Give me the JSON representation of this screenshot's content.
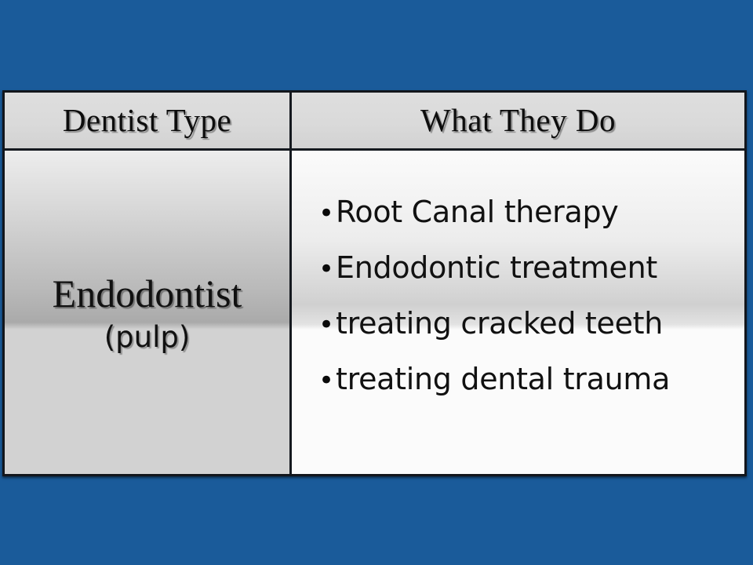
{
  "slide": {
    "background_color": "#1a5b9a"
  },
  "table": {
    "headers": {
      "col1": "Dentist Type",
      "col2": "What They Do"
    },
    "rows": [
      {
        "type_name": "Endodontist",
        "type_qualifier": "(pulp)",
        "duties": [
          "Root Canal therapy",
          "Endodontic treatment",
          "treating cracked teeth",
          "treating dental trauma"
        ],
        "bullet_glyph": "•"
      }
    ]
  }
}
